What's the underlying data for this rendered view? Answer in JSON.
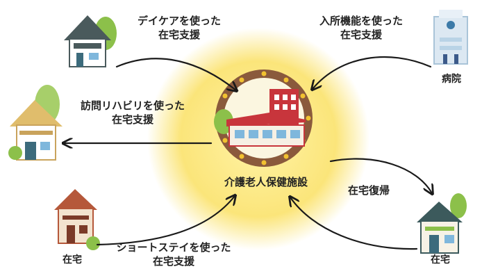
{
  "center": {
    "label": "介護老人保健施設"
  },
  "services": {
    "daycare": {
      "line1": "デイケアを使った",
      "line2": "在宅支援"
    },
    "nyusho": {
      "line1": "入所機能を使った",
      "line2": "在宅支援"
    },
    "houmon": {
      "line1": "訪問リハビリを使った",
      "line2": "在宅支援"
    },
    "shortstay": {
      "line1": "ショートステイを使った",
      "line2": "在宅支援"
    },
    "fukki": {
      "label": "在宅復帰"
    }
  },
  "places": {
    "hospital": "病院",
    "home_left": "在宅",
    "home_right": "在宅"
  },
  "colors": {
    "glow": "#fbe57a",
    "ring": "#8a5a3c",
    "building_red": "#c8353c",
    "arrow": "#1a1a1a",
    "tree": "#8cc04a"
  }
}
